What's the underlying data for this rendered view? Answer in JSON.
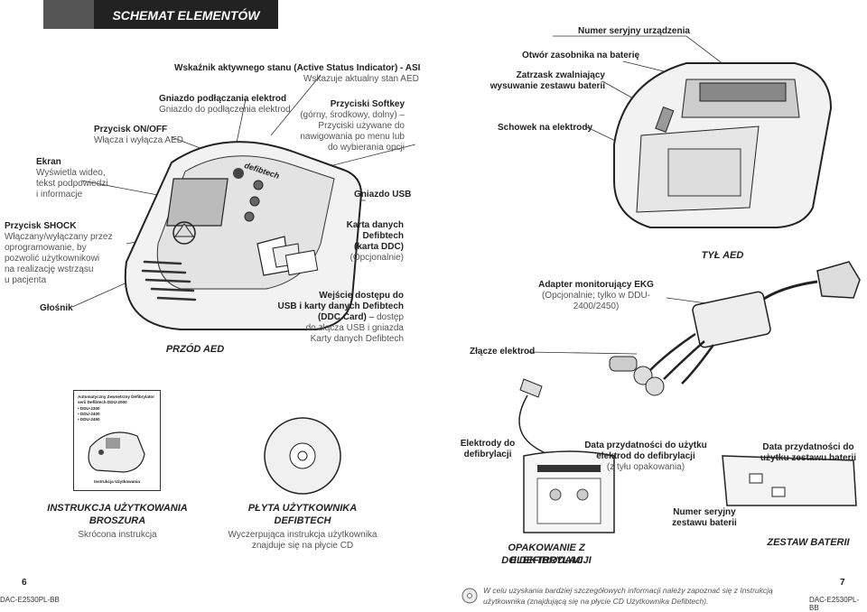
{
  "header": {
    "title": "SCHEMAT ELEMENTÓW",
    "serial_label": "Numer seryjny urządzenia"
  },
  "front_labels": {
    "asi_title": "Wskaźnik aktywnego stanu (Active Status Indicator) - ASI",
    "asi_desc": "Wskazuje aktualny stan AED",
    "electrode_socket_title": "Gniazdo podłączania elektrod",
    "electrode_socket_desc": "Gniazdo do podłączenia elektrod",
    "onoff_title": "Przycisk ON/OFF",
    "onoff_desc": "Włącza i wyłącza AED.",
    "softkey_title": "Przyciski Softkey",
    "softkey_desc1": "(górny, środkowy, dolny) –",
    "softkey_desc2": "Przyciski używane do",
    "softkey_desc3": "nawigowania po menu lub",
    "softkey_desc4": "do wybierania opcji",
    "screen_title": "Ekran",
    "screen_desc1": "Wyświetla wideo,",
    "screen_desc2": "tekst podpowiedzi",
    "screen_desc3": "i informacje",
    "usb": "Gniazdo USB",
    "shock_title": "Przycisk SHOCK",
    "shock_desc1": "Włączany/wyłączany przez",
    "shock_desc2": "oprogramowanie, by",
    "shock_desc3": "pozwolić użytkownikowi",
    "shock_desc4": "na realizację wstrząsu",
    "shock_desc5": "u pacjenta",
    "speaker": "Głośnik",
    "ddc_title1": "Karta danych",
    "ddc_title2": "Defibtech",
    "ddc_title3": "(karta DDC)",
    "ddc_opt": "(Opcjonalnie)",
    "port_title1": "Wejście dostępu do",
    "port_title2": "USB i karty danych Defibtech",
    "port_title3": "(DDC Card)",
    "port_desc1": "dostęp",
    "port_desc2": "do złącza USB i gniazda",
    "port_desc3": "Karty danych Defibtech",
    "front_caption": "PRZÓD AED",
    "device_brand": "defibtech"
  },
  "back_labels": {
    "battery_slot": "Otwór zasobnika na baterię",
    "latch1": "Zatrzask zwalniający",
    "latch2": "wysuwanie zestawu baterii",
    "pocket": "Schowek na elektrody",
    "back_caption": "TYŁ AED",
    "ekg_title": "Adapter monitorujący EKG",
    "ekg_desc": "(Opcjonalnie; tylko w DDU-2400/2450)",
    "connector": "Złącze elektrod"
  },
  "accessories": {
    "manual_box_line1": "Automatyczny Zewnętrzny Defibrylator",
    "manual_box_line2": "serii Defibtech DDU-2000",
    "manual_box_items": [
      "• DDU-2300",
      "• DDU-2400",
      "• DDU-2450"
    ],
    "manual_box_footer": "Instrukcja Użytkowania",
    "manual_caption1": "INSTRUKCJA UŻYTKOWANIA",
    "manual_caption2": "BROSZURA",
    "manual_desc": "Skrócona instrukcja",
    "cd_caption1": "PŁYTA UŻYTKOWNIKA",
    "cd_caption2": "DEFIBTECH",
    "cd_desc1": "Wyczerpująca instrukcja użytkownika",
    "cd_desc2": "znajduje się na płycie CD",
    "electrodes1": "Elektrody do",
    "electrodes2": "defibrylacji",
    "pad_expiry1": "Data przydatności do użytku",
    "pad_expiry2": "elektrod do defibrylacji",
    "pad_expiry3": "(z tyłu opakowania)",
    "battery_expiry1": "Data przydatności do",
    "battery_expiry2": "użytku zestawu baterii",
    "battery_serial1": "Numer seryjny",
    "battery_serial2": "zestawu baterii",
    "pad_pkg_caption1": "OPAKOWANIE Z ELEKTRODAMI",
    "pad_pkg_caption2": "DO DEFIBRYLACJI",
    "battery_caption": "ZESTAW BATERII"
  },
  "footer": {
    "page_left": "6",
    "page_right": "7",
    "code_left": "DAC-E2530PL-BB",
    "code_right": "DAC-E2530PL-BB",
    "note1": "W celu uzyskania bardziej szczegółowych informacji należy zapoznać się z Instrukcją",
    "note2": "użytkownika (znajdującą się na płycie CD Użytkownika Defibtech)."
  }
}
